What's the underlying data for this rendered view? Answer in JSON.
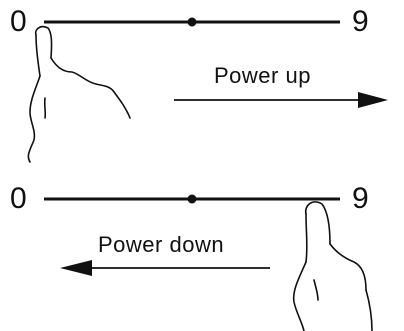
{
  "diagram": {
    "top_panel": {
      "left_value": "0",
      "right_value": "9",
      "caption": "Power up",
      "direction": "right"
    },
    "bottom_panel": {
      "left_value": "0",
      "right_value": "9",
      "caption": "Power down",
      "direction": "left"
    },
    "colors": {
      "ink": "#111111",
      "background": "#ffffff"
    },
    "icons": [
      "finger-hand-icon",
      "arrow-right-icon",
      "arrow-left-icon",
      "slider-knob-icon"
    ]
  }
}
